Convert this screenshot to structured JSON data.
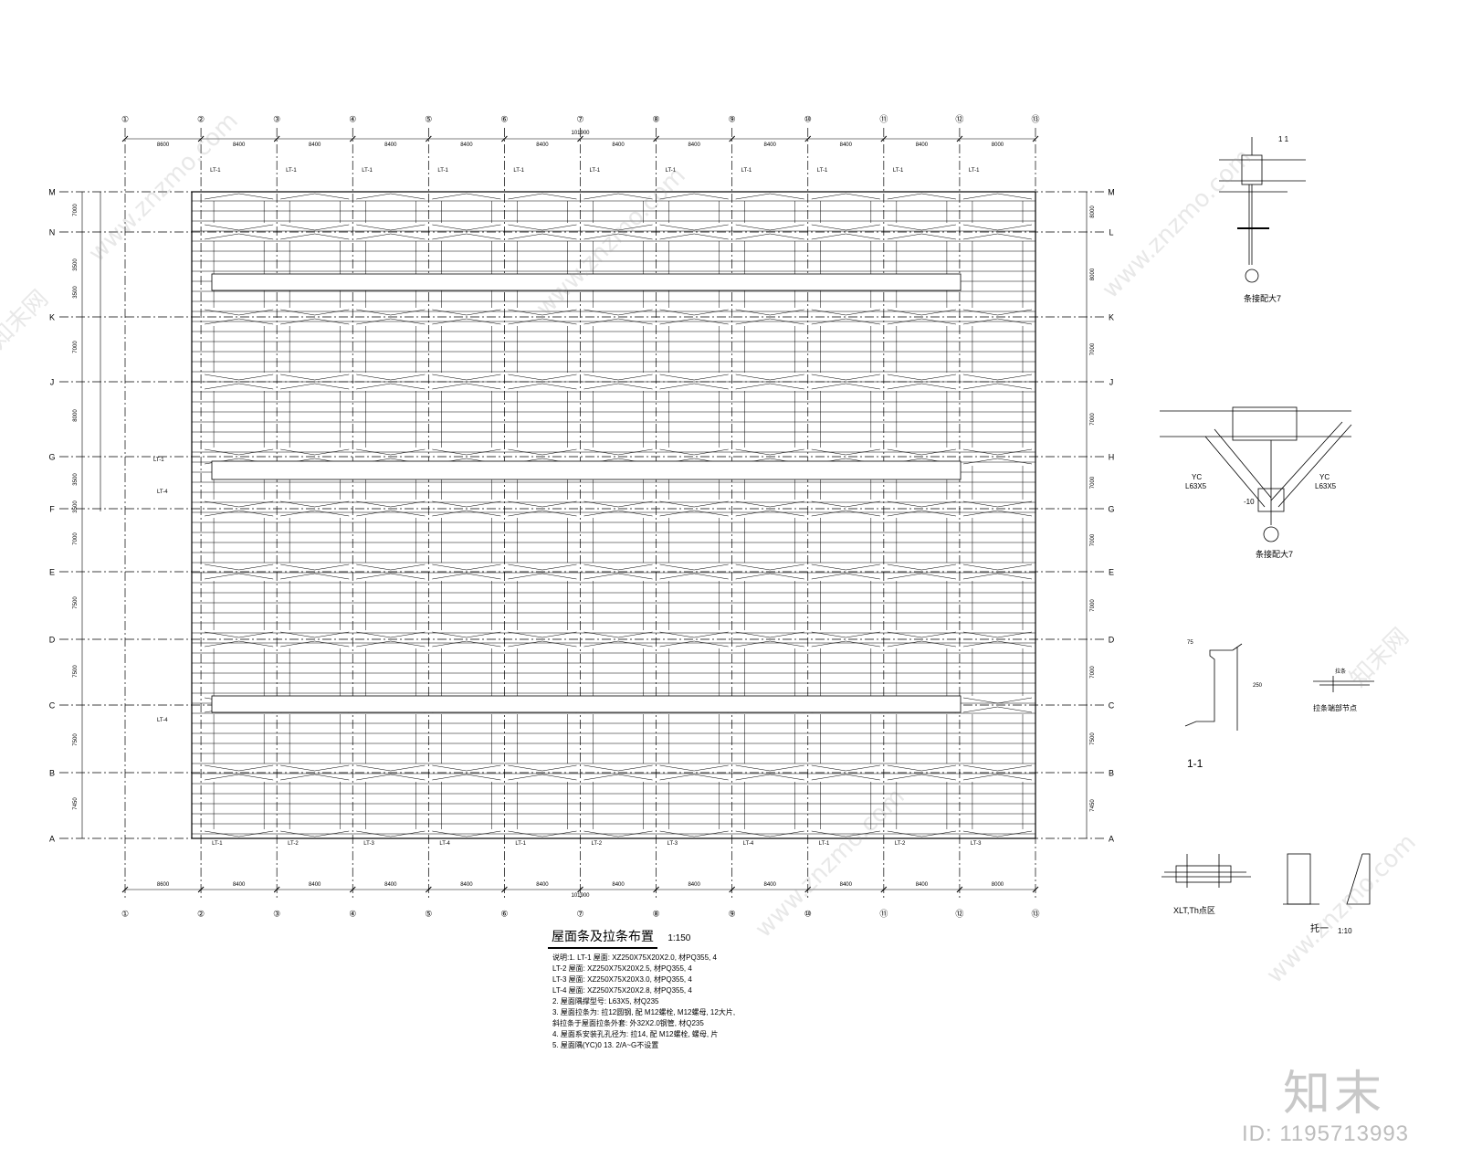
{
  "plan": {
    "title": "屋面条及拉条布置",
    "scale": "1:150",
    "column_axes": [
      "①",
      "②",
      "③",
      "④",
      "⑤",
      "⑥",
      "⑦",
      "⑧",
      "⑨",
      "⑩",
      "⑪",
      "⑫",
      "⑬"
    ],
    "row_axes_left": [
      "M",
      "N",
      "K",
      "J",
      "G",
      "F",
      "E",
      "D",
      "C",
      "B",
      "A"
    ],
    "row_axes_right": [
      "M",
      "L",
      "K",
      "J",
      "H",
      "G",
      "E",
      "D",
      "C",
      "B",
      "A"
    ],
    "bay_dims": [
      "8600",
      "8400",
      "8400",
      "8400",
      "8400",
      "8400",
      "8400",
      "8400",
      "8400",
      "8400",
      "8400",
      "8000"
    ],
    "total_dim": "101900",
    "right_dims": [
      "8000",
      "8000",
      "7000",
      "7000",
      "7000",
      "7000",
      "7000",
      "7000",
      "7500",
      "7450"
    ],
    "left_dims": [
      "7000",
      "3500",
      "3500",
      "7000",
      "8000",
      "3500",
      "3500",
      "7000",
      "7500",
      "7500",
      "7500",
      "7450"
    ],
    "purlin_labels": [
      "LT-1",
      "LT-2",
      "LT-3",
      "LT-4"
    ]
  },
  "notes": [
    "说明:1. LT-1 屋面: XZ250X75X20X2.0, 材PQ355, 4",
    "LT-2 屋面: XZ250X75X20X2.5, 材PQ355, 4",
    "LT-3 屋面: XZ250X75X20X3.0, 材PQ355, 4",
    "LT-4 屋面: XZ250X75X20X2.8, 材PQ355, 4",
    "2. 屋面隅撑型号: L63X5, 材Q235",
    "3. 屋面拉条为: 拉12圆钢, 配 M12螺栓, M12螺母, 12大片,",
    "斜拉条于屋面拉条外套: 外32X2.0钢管, 材Q235",
    "4. 屋面系安装孔孔径为: 拉14, 配 M12螺栓, 螺母, 片",
    "5. 屋面隅(YC)0 13. 2/A~G不设置"
  ],
  "details": {
    "detail1_label": "条接配大7",
    "detail2_label": "条接配大7",
    "yc_left": "YC",
    "yc_left_size": "L63X5",
    "yc_right": "YC",
    "yc_right_size": "L63X5",
    "plate": "-10",
    "section_11": "1-1",
    "section_11_tag": "1 1",
    "dim_250": "250",
    "dim_75": "75",
    "tie_bar_note": "拉条端部节点",
    "tie_bar_label": "拉条",
    "xlt_label": "XLT,Th点区",
    "bracket_label": "托一",
    "bracket_scale": "1:10"
  },
  "watermark": {
    "logo": "知末",
    "id": "ID: 1195713993",
    "site": "www.znzmo.com",
    "site_cn": "知末网"
  }
}
